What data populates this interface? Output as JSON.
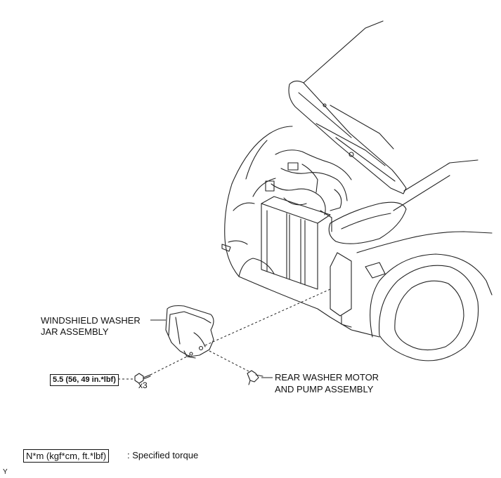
{
  "labels": {
    "washer_jar_line1": "WINDSHIELD WASHER",
    "washer_jar_line2": "JAR ASSEMBLY",
    "rear_motor_line1": "REAR WASHER MOTOR",
    "rear_motor_line2": "AND PUMP ASSEMBLY",
    "torque_value": "5.5 (56, 49 in.*lbf)",
    "bolt_quantity": "x3"
  },
  "legend": {
    "unit_box": "N*m (kgf*cm, ft.*lbf)",
    "description": ": Specified torque"
  },
  "corner_mark": "Y"
}
